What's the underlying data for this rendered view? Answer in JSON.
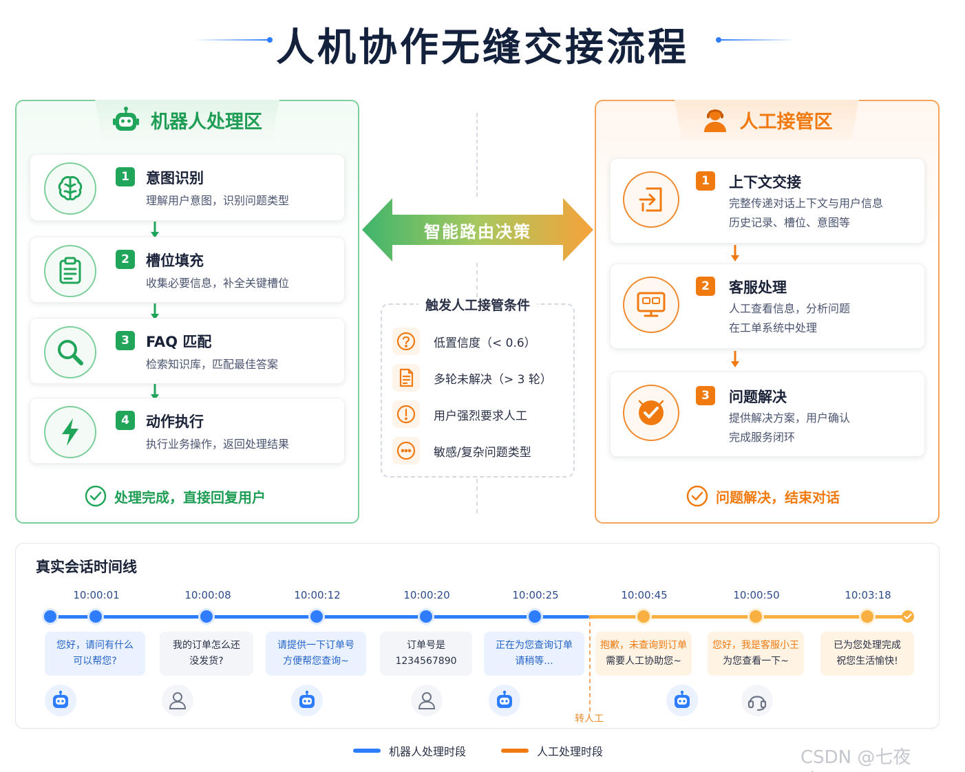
{
  "title": "人机协作无缝交接流程",
  "colors": {
    "green": "#21a55a",
    "orange": "#f07a10",
    "blue": "#2e7dff",
    "amber": "#f9b040"
  },
  "robot_zone": {
    "label": "机器人处理区",
    "icon": "robot-icon",
    "steps": [
      {
        "num": "1",
        "title": "意图识别",
        "desc": "理解用户意图，识别问题类型",
        "icon": "brain-icon"
      },
      {
        "num": "2",
        "title": "槽位填充",
        "desc": "收集必要信息，补全关键槽位",
        "icon": "clipboard-icon"
      },
      {
        "num": "3",
        "title": "FAQ 匹配",
        "desc": "检索知识库，匹配最佳答案",
        "icon": "search-icon"
      },
      {
        "num": "4",
        "title": "动作执行",
        "desc": "执行业务操作，返回处理结果",
        "icon": "lightning-icon"
      }
    ],
    "footer": "处理完成，直接回复用户"
  },
  "routing": {
    "label": "智能路由决策",
    "conditions_title": "触发人工接管条件",
    "conditions": [
      {
        "text": "低置信度（< 0.6）",
        "icon": "question-icon"
      },
      {
        "text": "多轮未解决（> 3 轮）",
        "icon": "document-icon"
      },
      {
        "text": "用户强烈要求人工",
        "icon": "exclamation-icon"
      },
      {
        "text": "敏感/复杂问题类型",
        "icon": "ellipsis-icon"
      }
    ]
  },
  "human_zone": {
    "label": "人工接管区",
    "icon": "agent-icon",
    "steps": [
      {
        "num": "1",
        "title": "上下文交接",
        "desc1": "完整传递对话上下文与用户信息",
        "desc2": "历史记录、槽位、意图等",
        "icon": "handover-icon"
      },
      {
        "num": "2",
        "title": "客服处理",
        "desc1": "人工查看信息，分析问题",
        "desc2": "在工单系统中处理",
        "icon": "monitor-icon"
      },
      {
        "num": "3",
        "title": "问题解决",
        "desc1": "提供解决方案，用户确认",
        "desc2": "完成服务闭环",
        "icon": "check-badge-icon"
      }
    ],
    "footer": "问题解决，结束对话"
  },
  "timeline": {
    "title": "真实会话时间线",
    "events": [
      {
        "time": "10:00:01",
        "l1": "您好，请问有什么",
        "l2": "可以帮您?",
        "speaker": "robot",
        "phase": "robot"
      },
      {
        "time": "10:00:08",
        "l1": "我的订单怎么还",
        "l2": "没发货?",
        "speaker": "user",
        "phase": "robot"
      },
      {
        "time": "10:00:12",
        "l1": "请提供一下订单号",
        "l2": "方便帮您查询~",
        "speaker": "robot",
        "phase": "robot"
      },
      {
        "time": "10:00:20",
        "l1": "订单号是",
        "l2": "1234567890",
        "speaker": "user",
        "phase": "robot"
      },
      {
        "time": "10:00:25",
        "l1": "正在为您查询订单",
        "l2": "请稍等...",
        "speaker": "robot",
        "phase": "robot"
      },
      {
        "time": "10:00:45",
        "l1": "抱歉，未查询到订单",
        "l2": "需要人工协助您~",
        "speaker": "robot",
        "phase": "human"
      },
      {
        "time": "10:00:50",
        "l1": "您好，我是客服小王",
        "l2": "为您查看一下~",
        "speaker": "agent",
        "phase": "human"
      },
      {
        "time": "10:03:18",
        "l1": "已为您处理完成",
        "l2": "祝您生活愉快!",
        "speaker": "none",
        "phase": "human"
      }
    ],
    "handoff_label": "转人工",
    "legend": [
      {
        "label": "机器人处理时段",
        "color": "#2e7dff"
      },
      {
        "label": "人工处理时段",
        "color": "#f07a10"
      }
    ]
  },
  "watermark": "CSDN @七夜zippoe"
}
